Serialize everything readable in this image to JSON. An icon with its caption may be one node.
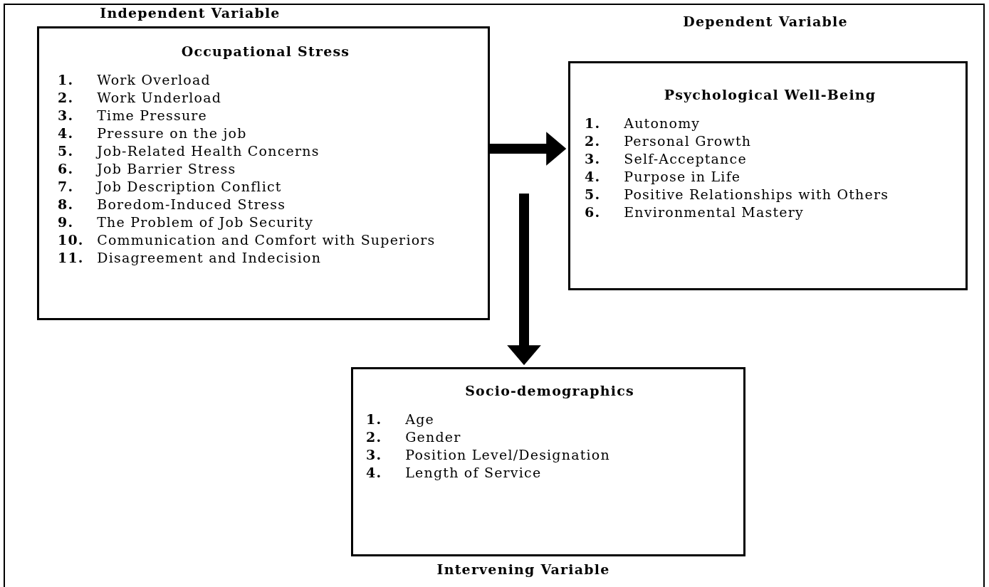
{
  "diagram": {
    "nodes": [
      {
        "text": [
          "Occupational Stress",
          "**1.** Work Overload",
          "**2.** Work Underload",
          "**3.** Time Pressure",
          "**4.** Pressure on the job",
          "**5.** Job-Related Health Concerns",
          "**6.** Job Barrier Stress",
          "**7.** Job Description Conflict",
          "**8.** Boredom-Induced Stress",
          "**9.** The Problem of Job Security",
          "**10.** Communication and Comfort with Superiors",
          "**11.** Disagreement and Indecision"
        ],
        "beside": [
          "Independent Variable"
        ]
      },
      {
        "text": [
          "Psychological Well-Being",
          "**1.** Autonomy",
          "**2.** Personal Growth",
          "**3.** Self-Acceptance",
          "**4.** Purpose in Life",
          "**5.** Positive Relationships with Others",
          "**6.** Environmental Mastery"
        ],
        "beside": [
          "Dependent Variable"
        ]
      },
      {
        "text": [
          "Socio-demographics",
          "**1.** Age",
          "**2.** Gender",
          "**3.** Position Level/Designation",
          "**4.** Length of Service"
        ],
        "beside": [
          "Intervening Variable"
        ]
      }
    ],
    "edges": [
      {
        "from": 0,
        "to": 1,
        "arrow": "to"
      },
      {
        "from": null,
        "to": 2,
        "arrow": "to"
      }
    ]
  }
}
